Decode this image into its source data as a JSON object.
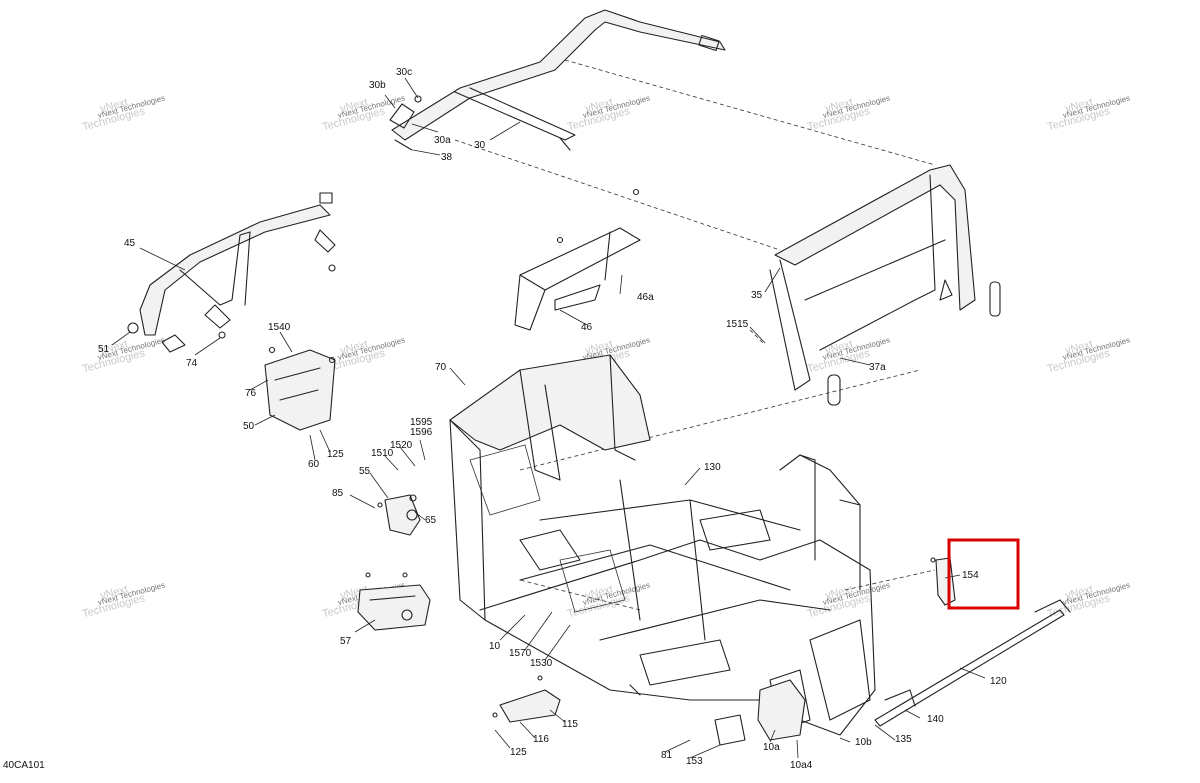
{
  "diagram": {
    "reference_code": "40CA101",
    "watermark": {
      "line1": "vNext",
      "line2": "Technologies",
      "line_small": "vNext Technologies"
    },
    "callouts": [
      "30c",
      "30b",
      "30a",
      "30",
      "38",
      "45",
      "51",
      "74",
      "46",
      "46a",
      "35",
      "1515",
      "37a",
      "1540",
      "76",
      "50",
      "125",
      "60",
      "70",
      "1595",
      "1596",
      "1520",
      "1510",
      "55",
      "85",
      "65",
      "130",
      "57",
      "10",
      "1570",
      "1530",
      "154",
      "120",
      "140",
      "135",
      "10b",
      "115",
      "116",
      "125",
      "81",
      "153",
      "10a",
      "10a4"
    ],
    "highlight_color": "#d90000",
    "highlighted_callout": "154"
  }
}
